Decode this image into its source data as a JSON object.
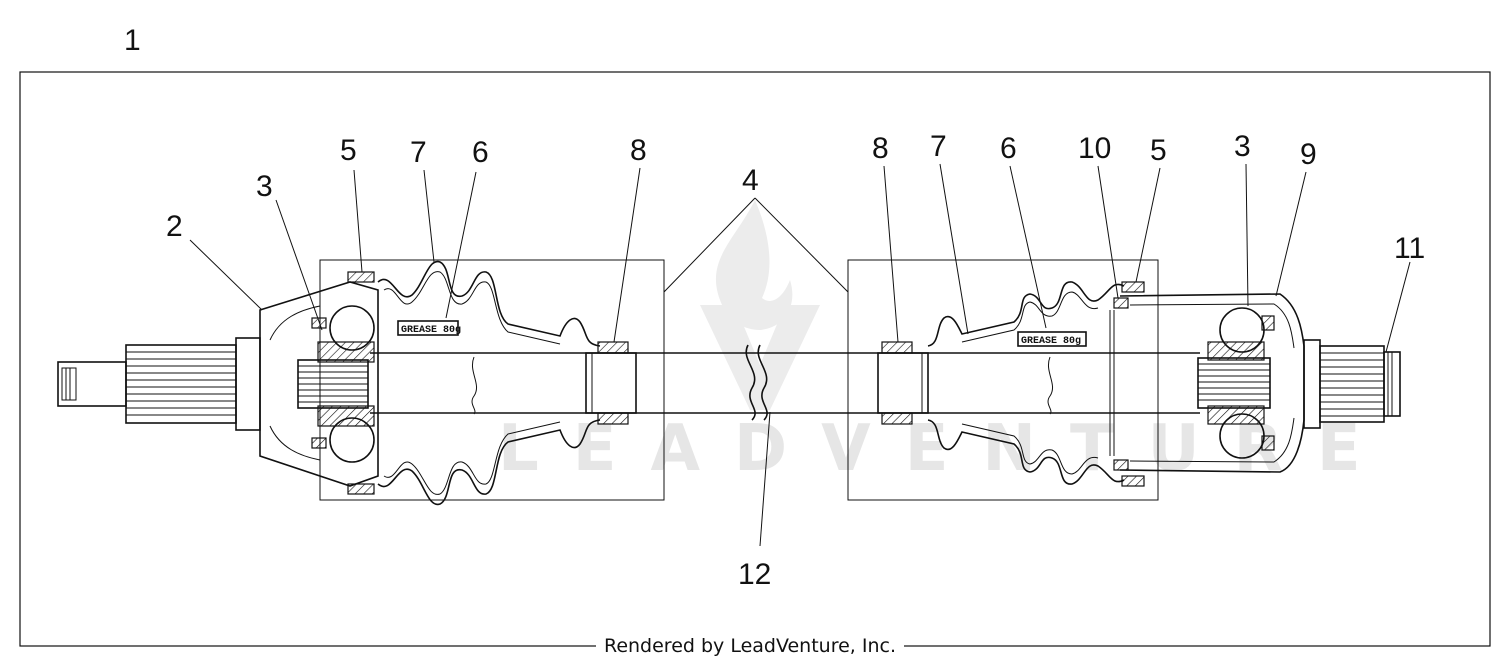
{
  "figure_label": "1",
  "footer_text": "Rendered by LeadVenture, Inc.",
  "watermark_text": "LEADVENTURE",
  "grease_left": "GREASE 80g",
  "grease_right": "GREASE 80g",
  "callouts": {
    "part_2": "2",
    "part_3_left": "3",
    "part_5_left": "5",
    "part_7_left": "7",
    "part_6_left": "6",
    "part_8_left": "8",
    "part_4": "4",
    "part_8_right": "8",
    "part_7_right": "7",
    "part_6_right": "6",
    "part_10": "10",
    "part_5_right": "5",
    "part_3_right": "3",
    "part_9": "9",
    "part_11": "11",
    "part_12": "12"
  },
  "colors": {
    "line": "#111111",
    "background": "#ffffff",
    "watermark": "#e6e6e6"
  }
}
